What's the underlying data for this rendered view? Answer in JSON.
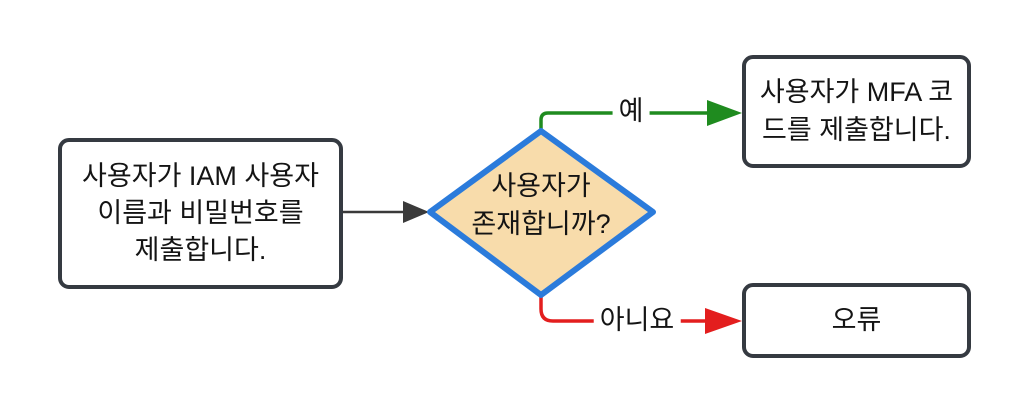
{
  "diagram": {
    "title": "IAM sign-in flowchart",
    "background_color": "#ffffff",
    "nodes": {
      "start": {
        "label": "사용자가 IAM 사용자\n이름과 비밀번호를\n제출합니다.",
        "shape": "rounded-rectangle",
        "fill": "#ffffff",
        "stroke": "#353a41"
      },
      "decision": {
        "label": "사용자가\n존재합니까?",
        "shape": "diamond",
        "fill": "#f8dcab",
        "stroke": "#2b7bdb"
      },
      "mfa": {
        "label": "사용자가 MFA 코\n드를 제출합니다.",
        "shape": "rounded-rectangle",
        "fill": "#ffffff",
        "stroke": "#353a41"
      },
      "error": {
        "label": "오류",
        "shape": "rounded-rectangle",
        "fill": "#ffffff",
        "stroke": "#353a41"
      }
    },
    "edges": {
      "input": {
        "from": "start",
        "to": "decision",
        "color": "#3a3a3a"
      },
      "yes": {
        "label": "예",
        "from": "decision",
        "to": "mfa",
        "color": "#1f8b1f"
      },
      "no": {
        "label": "아니요",
        "from": "decision",
        "to": "error",
        "color": "#e31e1e"
      }
    }
  }
}
